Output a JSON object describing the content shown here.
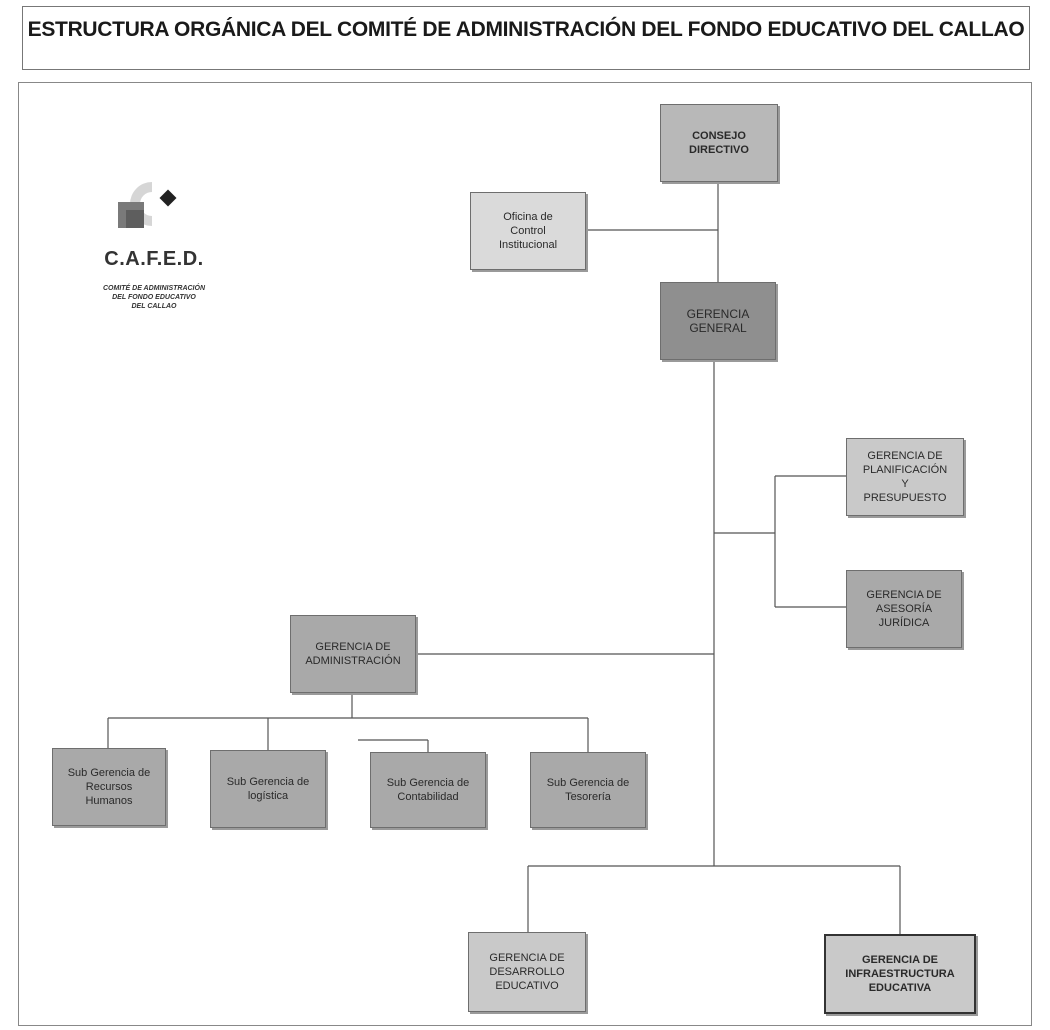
{
  "header": {
    "title": "ESTRUCTURA ORGÁNICA DEL COMITÉ DE ADMINISTRACIÓN DEL FONDO EDUCATIVO DEL CALLAO"
  },
  "logo": {
    "name": "C.A.F.E.D.",
    "subtitle": "COMITÉ DE ADMINISTRACIÓN\nDEL FONDO EDUCATIVO\nDEL CALLAO"
  },
  "nodes": {
    "consejo": "CONSEJO\nDIRECTIVO",
    "oci": "Oficina de\nControl\nInstitucional",
    "gerencia_general": "GERENCIA\nGENERAL",
    "planificacion": "GERENCIA DE\nPLANIFICACIÓN\nY\nPRESUPUESTO",
    "asesoria": "GERENCIA DE\nASESORÍA\nJURÍDICA",
    "administracion": "GERENCIA DE\nADMINISTRACIÓN",
    "sub_rrhh": "Sub Gerencia de\nRecursos\nHumanos",
    "sub_logistica": "Sub Gerencia de\nlogística",
    "sub_contabilidad": "Sub Gerencia de\nContabilidad",
    "sub_tesoreria": "Sub Gerencia de\nTesorería",
    "desarrollo": "GERENCIA DE\nDESARROLLO\nEDUCATIVO",
    "infraestructura": "GERENCIA DE\nINFRAESTRUCTURA\nEDUCATIVA"
  }
}
